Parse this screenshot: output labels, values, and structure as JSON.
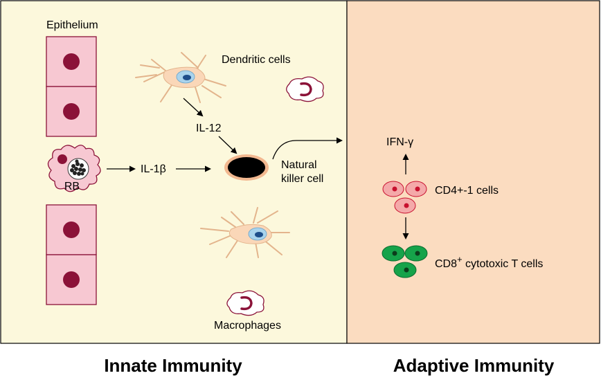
{
  "innate": {
    "epithelium_label": "Epithelium",
    "rb_label": "RB",
    "il1b_label": "IL-1β",
    "dendritic_label": "Dendritic cells",
    "il12_label": "IL-12",
    "nk_label_line1": "Natural",
    "nk_label_line2": "killer cell",
    "macrophages_label": "Macrophages",
    "title": "Innate Immunity"
  },
  "adaptive": {
    "ifn_label": "IFN-γ",
    "cd4_label": "CD4+-1 cells",
    "cd8_label_main": "CD8",
    "cd8_label_sup": "+",
    "cd8_label_rest": " cytotoxic T cells",
    "title": "Adaptive Immunity"
  },
  "colors": {
    "innate_bg": "#fcf8dc",
    "adaptive_bg": "#fbdcc0",
    "epithelial_cell": "#f7c8d2",
    "nucleus": "#8b1238",
    "dendritic_cell": "#fad7b8",
    "dendritic_nucleus_outer": "#a9d3ec",
    "dendritic_nucleus_inner": "#1d4d8a",
    "nk_cell": "#000000",
    "nk_rim": "#f2b890",
    "cd4_cell": "#f4a9a9",
    "cd4_nucleus": "#c8102e",
    "cd8_cell": "#16a34a",
    "cd8_nucleus": "#0b3d1c",
    "macrophage_fill": "#ffffff",
    "macrophage_outline": "#8b1238"
  }
}
